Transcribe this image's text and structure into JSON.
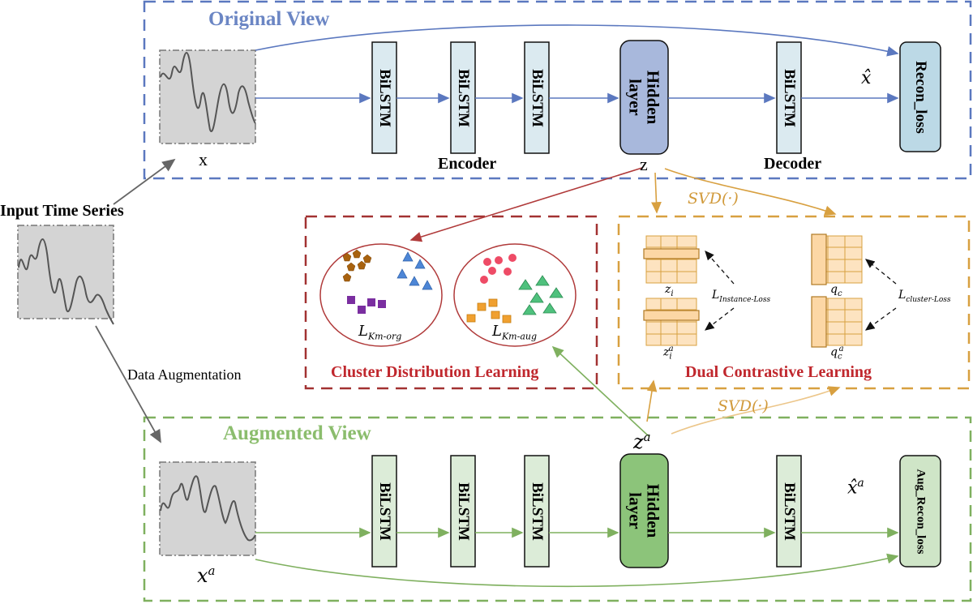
{
  "original_view": {
    "title": "Original View",
    "input_label": "x",
    "blocks": [
      "BiLSTM",
      "BiLSTM",
      "BiLSTM"
    ],
    "hidden_line1": "Hidden",
    "hidden_line2": "layer",
    "decoder_block": "BiLSTM",
    "recon_label": "Recon_loss",
    "xhat_label": "x̂",
    "encoder_label": "Encoder",
    "decoder_label": "Decoder",
    "z_label": "z"
  },
  "input": {
    "title": "Input Time Series",
    "augmentation_label": "Data Augmentation"
  },
  "augmented_view": {
    "title": "Augmented View",
    "input_label": "x^a",
    "blocks": [
      "BiLSTM",
      "BiLSTM",
      "BiLSTM"
    ],
    "hidden_line1": "Hidden",
    "hidden_line2": "layer",
    "decoder_block": "BiLSTM",
    "recon_label": "Aug_Recon_loss",
    "xhat_label": "x̂^a",
    "z_label": "z^a"
  },
  "cluster_panel": {
    "title": "Cluster Distribution Learning",
    "loss_org": "L_Km-org",
    "loss_aug": "L_Km-aug"
  },
  "contrastive_panel": {
    "title": "Dual Contrastive Learning",
    "svd_top": "SVD(·)",
    "svd_bottom": "SVD(·)",
    "zi": "z_i",
    "zia": "z_i^a",
    "qc": "q_c",
    "qca": "q_c^a",
    "instance_loss": "L_Instance-Loss",
    "cluster_loss": "L_cluster-Loss"
  },
  "colors": {
    "blue": "#5b78bf",
    "green": "#7fb05f",
    "red": "#b03a3a",
    "orange": "#d8a040",
    "block_blue": "#dbeaf0",
    "block_green": "#dcecd8",
    "hidden_blue": "#a8b8dc",
    "hidden_green": "#8cc47a"
  }
}
